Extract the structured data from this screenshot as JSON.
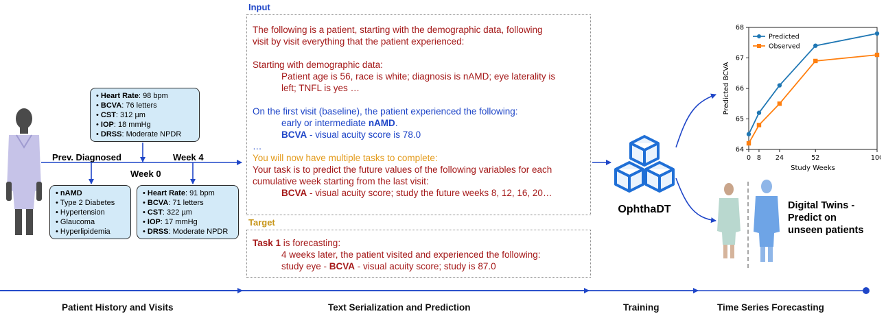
{
  "history": {
    "prev_diagnosed_label": "Prev. Diagnosed",
    "week0_label": "Week 0",
    "week4_label": "Week 4",
    "prev_conditions": [
      "nAMD",
      "Type 2 Diabetes",
      "Hypertension",
      "Glaucoma",
      "Hyperlipidemia"
    ],
    "week0": {
      "heart_rate": {
        "k": "Heart Rate",
        "v": ": 98 bpm"
      },
      "bcva": {
        "k": "BCVA",
        "v": ": 76 letters"
      },
      "cst": {
        "k": "CST",
        "v": ": 312 µm"
      },
      "iop": {
        "k": "IOP",
        "v": ": 18 mmHg"
      },
      "drss": {
        "k": "DRSS",
        "v": ": Moderate NPDR"
      }
    },
    "week4": {
      "heart_rate": {
        "k": "Heart Rate",
        "v": ": 91 bpm"
      },
      "bcva": {
        "k": "BCVA",
        "v": ": 71 letters"
      },
      "cst": {
        "k": "CST",
        "v": ": 322 µm"
      },
      "iop": {
        "k": "IOP",
        "v": ": 17 mmHg"
      },
      "drss": {
        "k": "DRSS",
        "v": ": Moderate NPDR"
      }
    }
  },
  "input": {
    "title": "Input",
    "intro1": "The following is a patient, starting with the demographic data, following",
    "intro2": "visit by visit everything that the patient experienced:",
    "demo_head": "Starting with demographic data:",
    "demo1": "Patient age is 56, race is white; diagnosis is nAMD; eye laterality is",
    "demo2": "left; TNFL is yes …",
    "visit_head": "On the first visit (baseline), the patient experienced the following:",
    "visit1_pre": "early or intermediate ",
    "visit1_bold": "nAMD",
    "visit1_post": ".",
    "visit2_bold": "BCVA",
    "visit2_post": " - visual acuity score is 78.0",
    "ellipsis": "…",
    "tasks_head": "You will now have multiple tasks to complete:",
    "task1": "Your task is to predict the future values of the following variables for each",
    "task2": "cumulative week starting from the last visit:",
    "task3_bold": "BCVA",
    "task3_post": " - visual acuity score; study the future weeks  8, 12, 16, 20…"
  },
  "target": {
    "title": "Target",
    "t1_bold": "Task 1",
    "t1_post": " is forecasting:",
    "t2": "4 weeks later, the patient visited and experienced the following:",
    "t3_pre": "study eye - ",
    "t3_bold": "BCVA",
    "t3_post": " - visual acuity score; study is 87.0"
  },
  "model_label": "OphthaDT",
  "digital_twins": {
    "line1": "Digital Twins -",
    "line2": "Predict on",
    "line3": "unseen patients"
  },
  "stages": [
    "Patient History and Visits",
    "Text Serialization and Prediction",
    "Training",
    "Time Series Forecasting"
  ],
  "colors": {
    "predicted": "#1f77b4",
    "observed": "#ff7f0e",
    "accent_blue": "#1f46c8",
    "dark_red": "#a51a1a",
    "orange": "#e39a1a",
    "box_fill": "#d3eaf8"
  },
  "chart_data": {
    "type": "line",
    "title": "",
    "xlabel": "Study Weeks",
    "ylabel": "Predicted BCVA",
    "xlim": [
      0,
      100
    ],
    "ylim": [
      64,
      68
    ],
    "xticks": [
      0,
      8,
      24,
      52,
      100
    ],
    "yticks": [
      64,
      65,
      66,
      67,
      68
    ],
    "legend": "top-left",
    "grid": false,
    "series": [
      {
        "name": "Predicted",
        "color": "#1f77b4",
        "marker": "circle",
        "x": [
          0,
          8,
          24,
          52,
          100
        ],
        "y": [
          64.5,
          65.2,
          66.1,
          67.4,
          67.8
        ]
      },
      {
        "name": "Observed",
        "color": "#ff7f0e",
        "marker": "square",
        "x": [
          0,
          8,
          24,
          52,
          100
        ],
        "y": [
          64.2,
          64.8,
          65.5,
          66.9,
          67.1
        ]
      }
    ]
  }
}
